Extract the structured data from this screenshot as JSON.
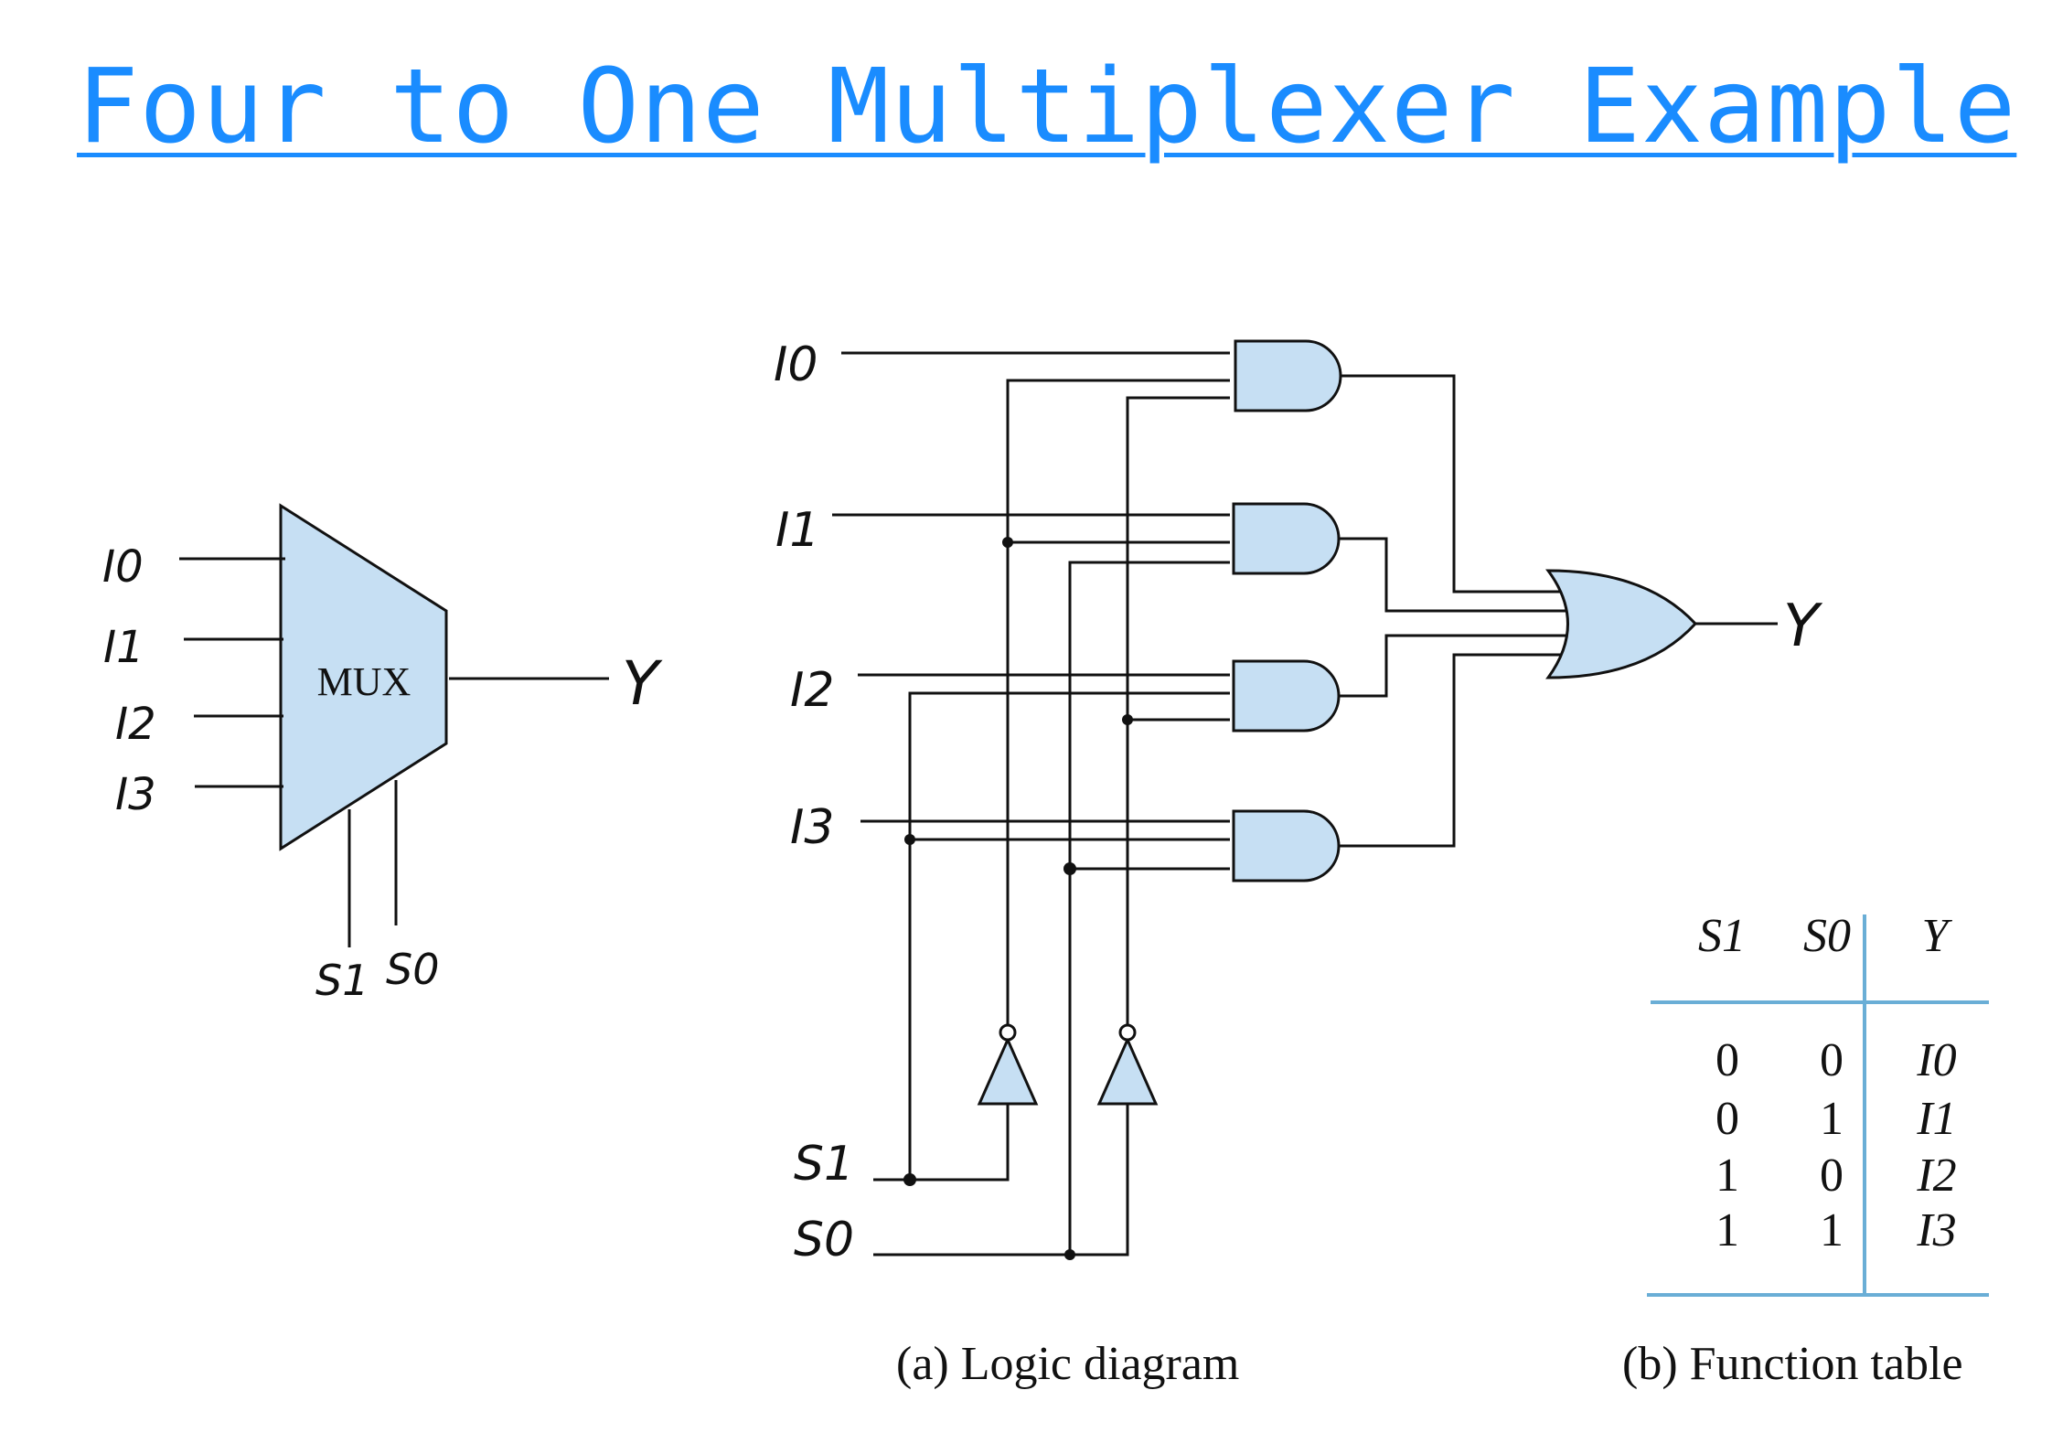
{
  "title": "Four to One Multiplexer Example",
  "block": {
    "box_label": "MUX",
    "inputs": [
      "I0",
      "I1",
      "I2",
      "I3"
    ],
    "output": "Y",
    "selects": [
      "S1",
      "S0"
    ]
  },
  "logic": {
    "inputs": [
      "I0",
      "I1",
      "I2",
      "I3"
    ],
    "selects": [
      "S1",
      "S0"
    ],
    "output": "Y",
    "caption": "(a) Logic diagram"
  },
  "table": {
    "headers": [
      "S1",
      "S0",
      "Y"
    ],
    "rows": [
      [
        "0",
        "0",
        "I0"
      ],
      [
        "0",
        "1",
        "I1"
      ],
      [
        "1",
        "0",
        "I2"
      ],
      [
        "1",
        "1",
        "I3"
      ]
    ],
    "caption": "(b) Function table"
  },
  "colors": {
    "title": "#1a8cff",
    "gate_fill": "#c6dff3",
    "table_rule": "#6aaed6"
  }
}
